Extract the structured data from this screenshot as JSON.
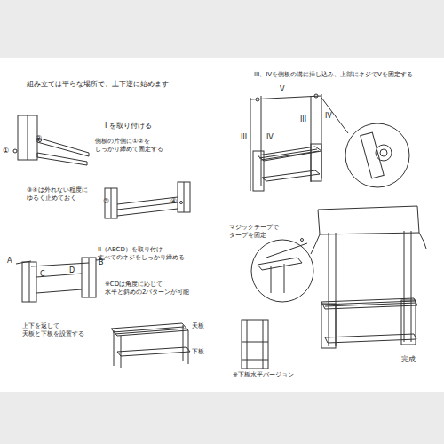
{
  "diagram": {
    "title": "組み立ては平らな場所で、上下逆に始めます",
    "labels": [
      "I を取り付ける",
      "側板の片側に①②を しっかり締めて固定する",
      "①",
      "②",
      "③④は外れない程度に ゆるく止めておく",
      "③",
      "④",
      "II（ABCD）を取り付け すべてのネジをしっかり締める",
      "A",
      "B",
      "C",
      "D",
      "※CDは角度に応じて 水平と斜めの2パターンが可能",
      "上下を返して 天板と下板を設置する",
      "天板",
      "下板",
      "III、IVを側板の溝に挿し込み、上部にネジでVを固定する",
      "V",
      "III",
      "IV",
      "III",
      "IV",
      "マジックテープで タープを固定",
      "※下板水平バージョン",
      "完成"
    ]
  }
}
